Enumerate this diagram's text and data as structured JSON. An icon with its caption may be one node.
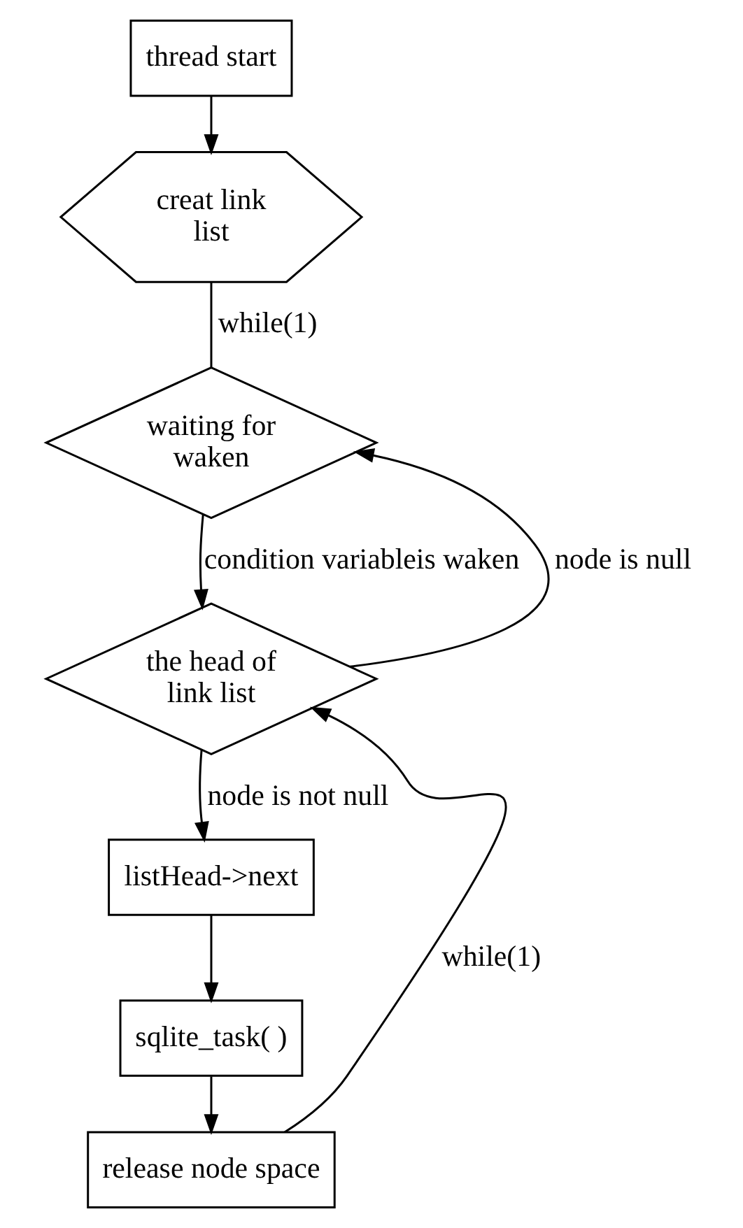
{
  "diagram": {
    "nodes": [
      {
        "text": [
          "thread start"
        ]
      },
      {
        "text": [
          "creat link list"
        ]
      },
      {
        "text": [
          "waiting for waken"
        ]
      },
      {
        "text": [
          "the head of link list"
        ]
      },
      {
        "text": [
          "listHead->next"
        ]
      },
      {
        "text": [
          "sqlite_task( )"
        ]
      },
      {
        "text": [
          "release node space"
        ]
      }
    ],
    "edges": [
      {
        "from": 0,
        "to": 1,
        "arrow": "to"
      },
      {
        "from": 1,
        "to": 2,
        "arrow": "none",
        "label": "while(1)"
      },
      {
        "from": 2,
        "to": 3,
        "arrow": "to",
        "label": "condition variableis waken"
      },
      {
        "from": 3,
        "to": 2,
        "arrow": "to",
        "label": "node is null"
      },
      {
        "from": 3,
        "to": 4,
        "arrow": "to",
        "label": "node is not null"
      },
      {
        "from": 4,
        "to": 5,
        "arrow": "to"
      },
      {
        "from": 5,
        "to": 6,
        "arrow": "to"
      },
      {
        "from": 6,
        "to": 3,
        "arrow": "to",
        "label": "while(1)"
      }
    ]
  }
}
